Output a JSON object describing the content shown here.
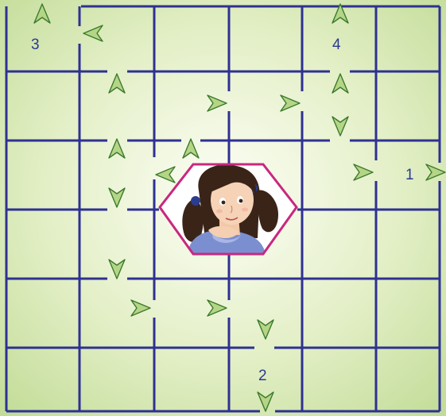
{
  "exits": [
    {
      "label": "1"
    },
    {
      "label": "2"
    },
    {
      "label": "3"
    },
    {
      "label": "4"
    }
  ],
  "colors": {
    "grid_line": "#2e3192",
    "background_center": "#fdfef6",
    "background_edge": "#c2dc98",
    "arrow_fill": "#b5d586",
    "arrow_stroke": "#3c7a2e",
    "hexagon_border": "#c8287f",
    "text": "#2b3990"
  },
  "icons": {
    "arrows": "green-arrowhead",
    "center": "girl-portrait-in-hexagon"
  }
}
